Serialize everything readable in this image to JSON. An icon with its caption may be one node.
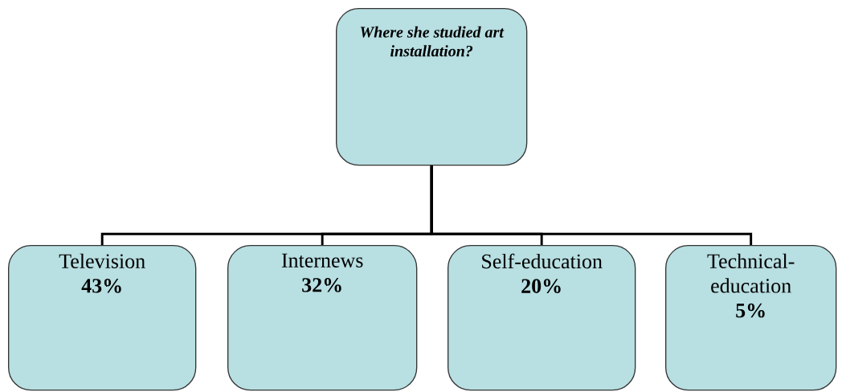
{
  "diagram": {
    "nodes": [
      {
        "text": [
          "Where she studied art installation?"
        ]
      },
      {
        "text": [
          "Television",
          "43%"
        ]
      },
      {
        "text": [
          "Internews",
          "32%"
        ]
      },
      {
        "text": [
          "Self-education",
          "20%"
        ]
      },
      {
        "text": [
          "Technical-education",
          "5%"
        ]
      }
    ],
    "edges": [
      {
        "from": 0,
        "to": 1,
        "arrow": "none"
      },
      {
        "from": 0,
        "to": 2,
        "arrow": "none"
      },
      {
        "from": 0,
        "to": 3,
        "arrow": "none"
      },
      {
        "from": 0,
        "to": 4,
        "arrow": "none"
      }
    ]
  }
}
